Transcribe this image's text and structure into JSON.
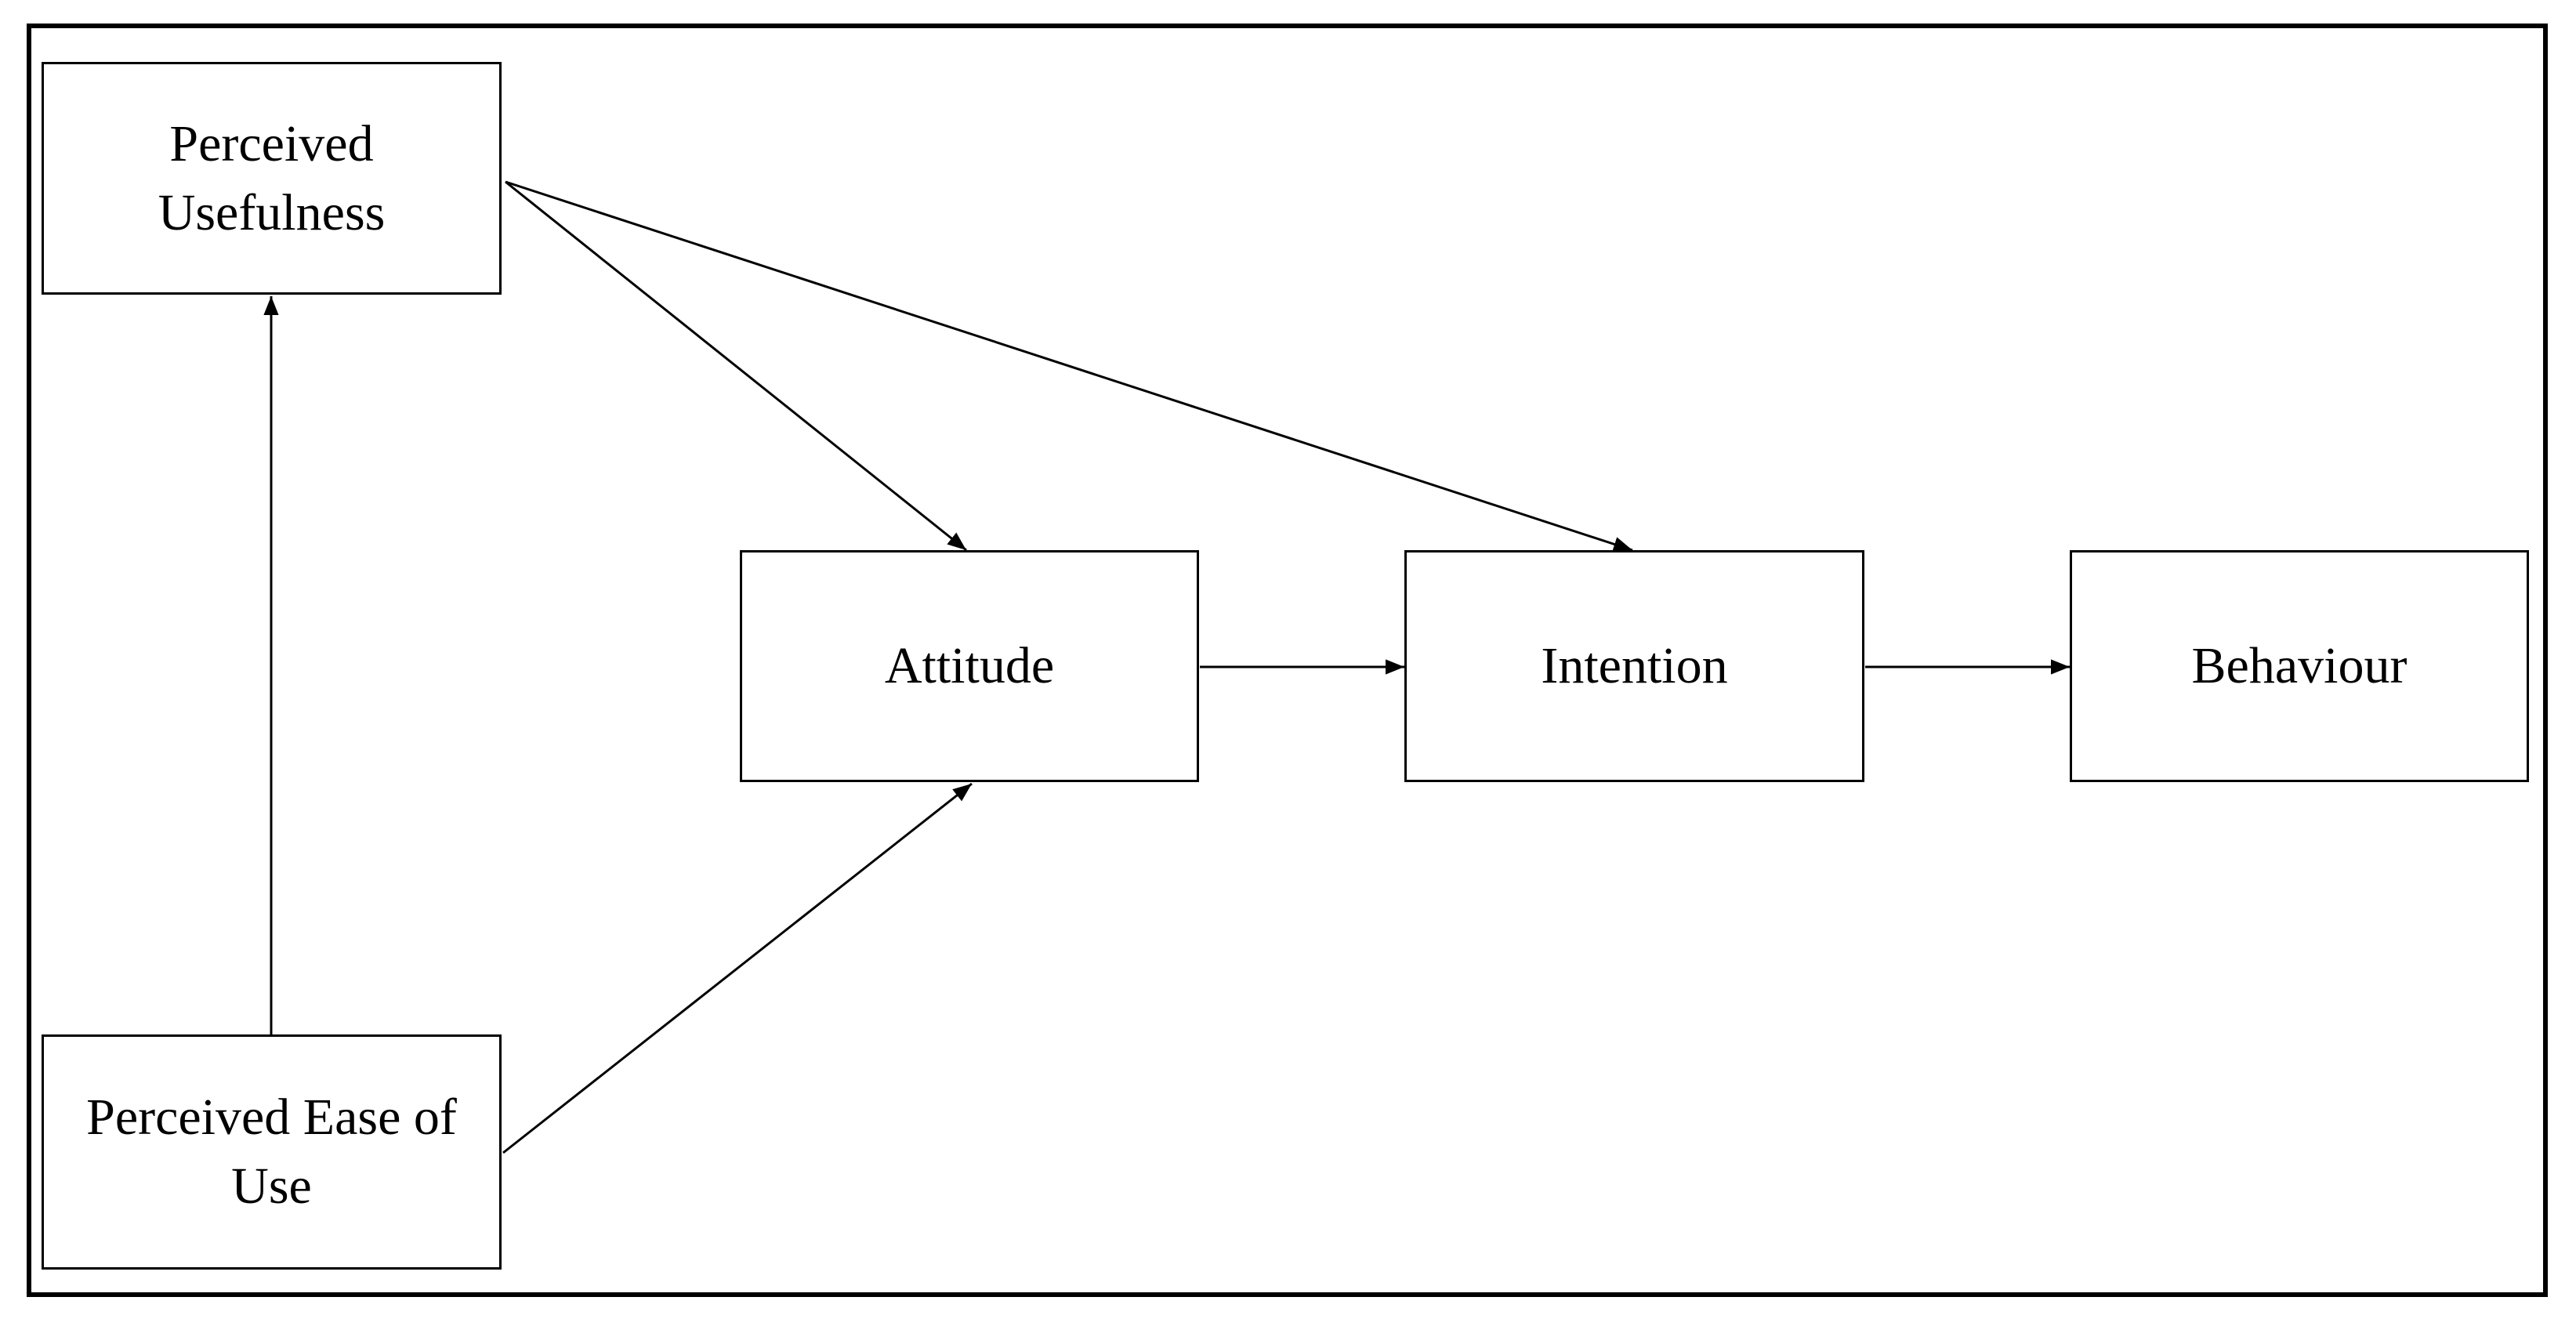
{
  "diagram": {
    "nodes": {
      "perceived_usefulness": {
        "label": "Perceived Usefulness"
      },
      "perceived_ease_of_use": {
        "label": "Perceived Ease of Use"
      },
      "attitude": {
        "label": "Attitude"
      },
      "intention": {
        "label": "Intention"
      },
      "behaviour": {
        "label": "Behaviour"
      }
    },
    "edges": [
      {
        "from": "perceived_ease_of_use",
        "to": "perceived_usefulness"
      },
      {
        "from": "perceived_usefulness",
        "to": "attitude"
      },
      {
        "from": "perceived_usefulness",
        "to": "intention"
      },
      {
        "from": "perceived_ease_of_use",
        "to": "attitude"
      },
      {
        "from": "attitude",
        "to": "intention"
      },
      {
        "from": "intention",
        "to": "behaviour"
      }
    ]
  }
}
